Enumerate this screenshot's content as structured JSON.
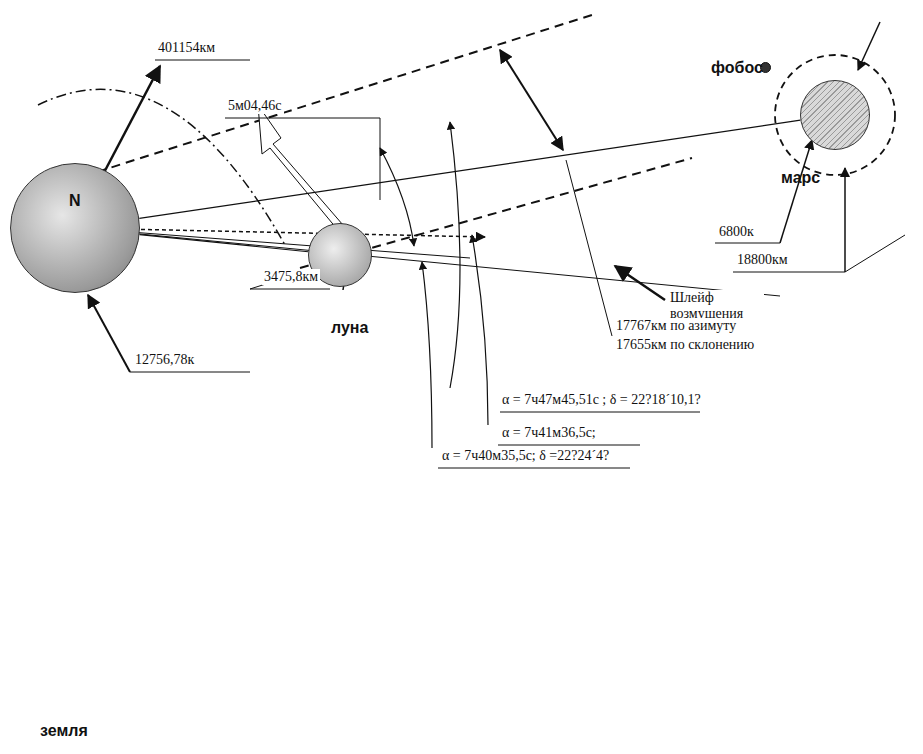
{
  "diagram": {
    "nodes": [
      {
        "text": [
          "N"
        ]
      },
      {
        "text": [
          "луна"
        ]
      },
      {
        "text": [
          "марс"
        ]
      },
      {
        "text": [
          "фобос"
        ]
      }
    ],
    "edges": [
      {
        "from": 0,
        "to": 1,
        "arrow": "none"
      },
      {
        "from": 0,
        "to": 2,
        "arrow": "none"
      }
    ],
    "labels": [
      "401154км",
      "5м04,46с",
      "6800к",
      "18800км",
      "Шлейф возмущения",
      "17767км по азимуту",
      "17655км по склонению",
      "3475,8км",
      "12756,78к",
      "α = 7ч47м45,51с ; δ = 22?18´10,1?",
      "α =  7ч41м36,5с;",
      "α = 7ч40м35,5с; δ =22?24´4?",
      "земля"
    ]
  }
}
